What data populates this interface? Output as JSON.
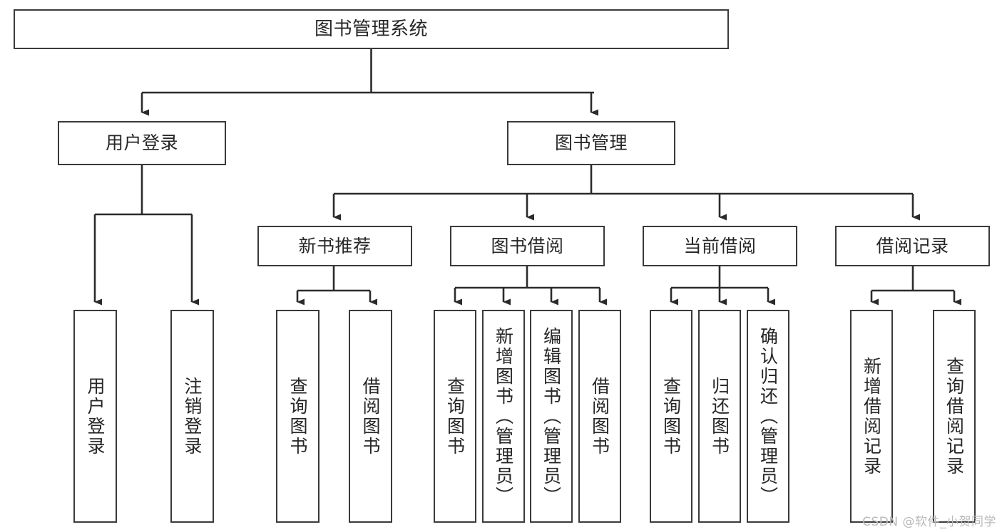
{
  "diagram": {
    "title": "图书管理系统",
    "type": "tree-hierarchy",
    "watermark": "CSDN @软件_小贺同学",
    "colors": {
      "box_stroke": "#3a3a3a",
      "box_fill": "#ffffff",
      "edge": "#2b2b2b",
      "text": "#262626",
      "watermark": "#b9b9b9"
    },
    "nodes": {
      "root": {
        "label": "图书管理系统"
      },
      "level2": [
        {
          "id": "user-login",
          "label": "用户登录"
        },
        {
          "id": "book-manage",
          "label": "图书管理"
        }
      ],
      "level3": [
        {
          "id": "new-book-rec",
          "label": "新书推荐"
        },
        {
          "id": "book-borrow",
          "label": "图书借阅"
        },
        {
          "id": "current-borrow",
          "label": "当前借阅"
        },
        {
          "id": "borrow-record",
          "label": "借阅记录"
        }
      ],
      "leaves": {
        "user-login": [
          {
            "id": "leaf-user-login",
            "label": "用户登录"
          },
          {
            "id": "leaf-user-logout",
            "label": "注销登录"
          }
        ],
        "new-book-rec": [
          {
            "id": "leaf-query-book-1",
            "label": "查询图书"
          },
          {
            "id": "leaf-borrow-book-1",
            "label": "借阅图书"
          }
        ],
        "book-borrow": [
          {
            "id": "leaf-query-book-2",
            "label": "查询图书"
          },
          {
            "id": "leaf-add-book",
            "label": "新增图书（管理员）"
          },
          {
            "id": "leaf-edit-book",
            "label": "编辑图书（管理员）"
          },
          {
            "id": "leaf-borrow-book-2",
            "label": "借阅图书"
          }
        ],
        "current-borrow": [
          {
            "id": "leaf-query-book-3",
            "label": "查询图书"
          },
          {
            "id": "leaf-return-book",
            "label": "归还图书"
          },
          {
            "id": "leaf-confirm-return",
            "label": "确认归还（管理员）"
          }
        ],
        "borrow-record": [
          {
            "id": "leaf-add-record",
            "label": "新增借阅记录"
          },
          {
            "id": "leaf-query-record",
            "label": "查询借阅记录"
          }
        ]
      }
    }
  }
}
